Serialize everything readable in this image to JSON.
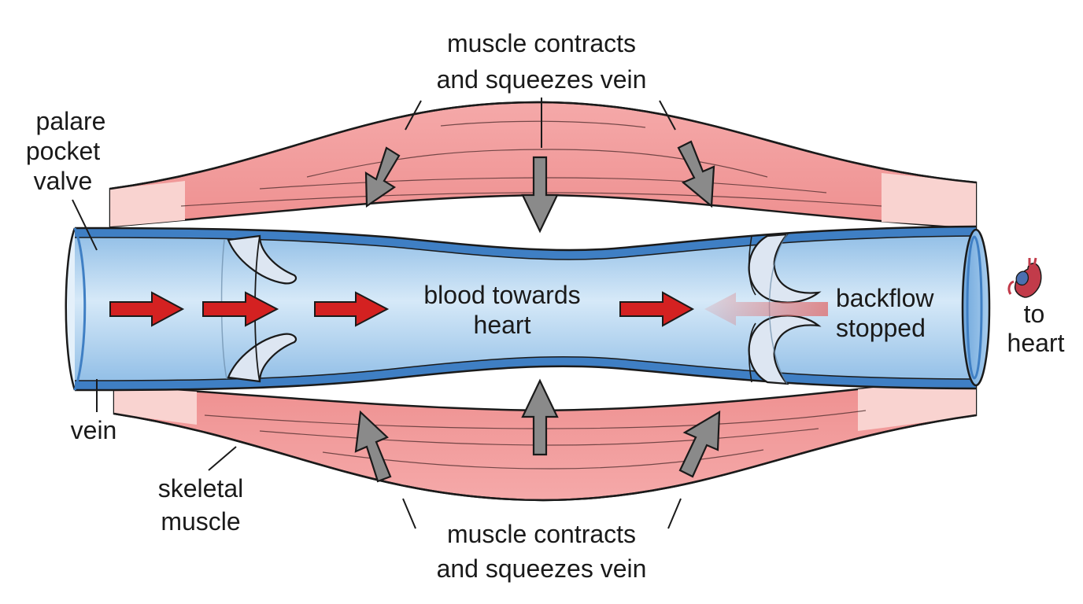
{
  "labels": {
    "top_caption": {
      "line1": "muscle contracts",
      "line2": "and squeezes vein"
    },
    "bottom_caption": {
      "line1": "muscle contracts",
      "line2": "and squeezes vein"
    },
    "valve_label": {
      "line1": "palare",
      "line2": "pocket",
      "line3": "valve"
    },
    "vein_label": "vein",
    "muscle_label": {
      "line1": "skeletal",
      "line2": "muscle"
    },
    "flow_label": {
      "line1": "blood towards",
      "line2": "heart"
    },
    "backflow_label": {
      "line1": "backflow",
      "line2": "stopped"
    },
    "heart_label": {
      "line1": "to",
      "line2": "heart"
    }
  },
  "colors": {
    "muscle_fill": "#f29b9b",
    "muscle_tendon": "#f9d3d0",
    "vein_fill": "#bcd9f0",
    "vein_wall": "#3f7fc4",
    "valve_fill": "#dde6f2",
    "flow_arrow": "#d42121",
    "squeeze_arrow": "#8a8a8a",
    "outline": "#1a1a1a"
  }
}
